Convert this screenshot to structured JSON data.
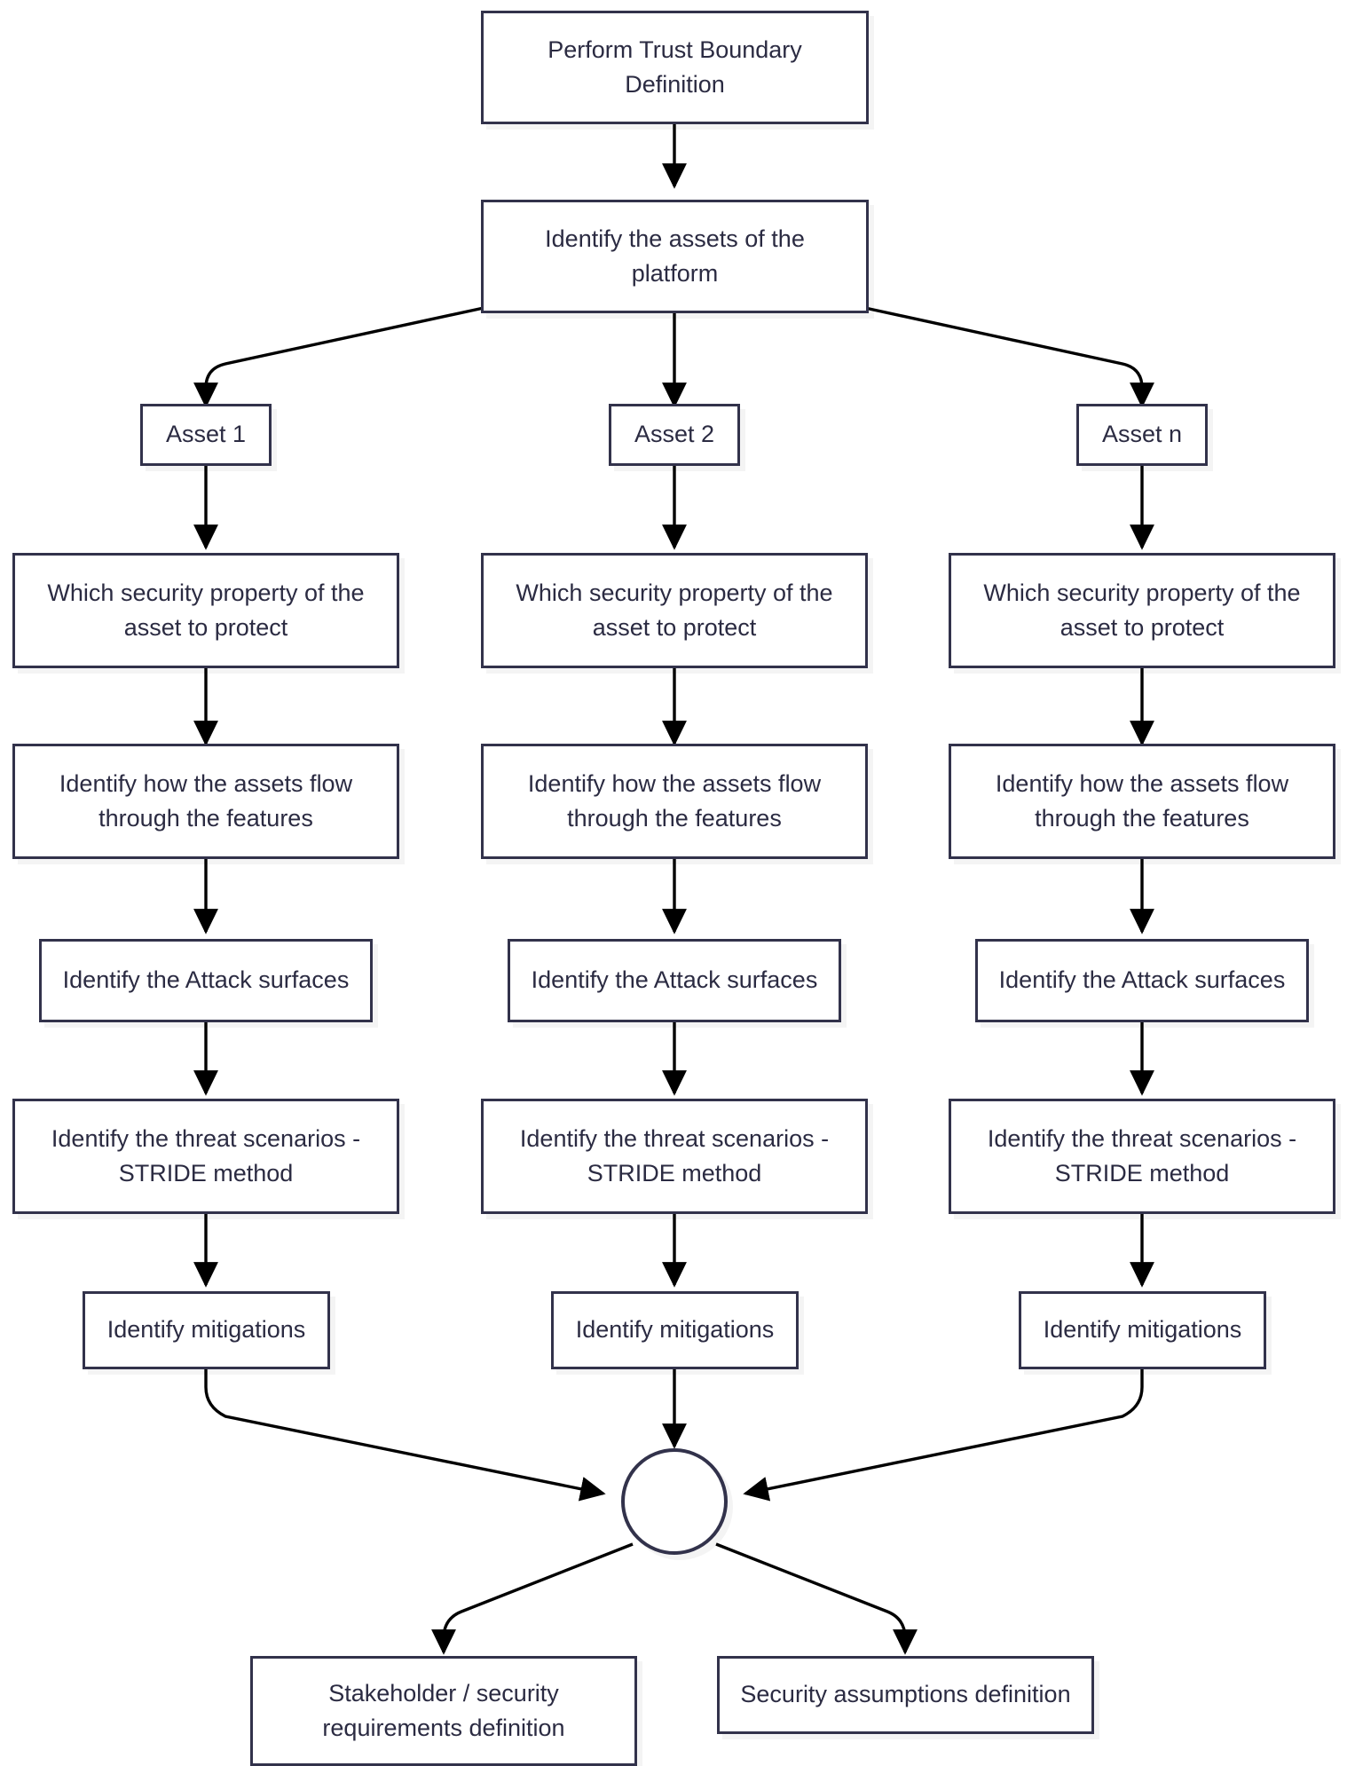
{
  "diagram": {
    "title": "Threat modeling process flowchart",
    "colors": {
      "stroke": "#32324b",
      "text": "#2b2b42",
      "fill": "#ffffff",
      "edge": "#000000",
      "shadow": "rgba(0,0,0,0.045)"
    },
    "nodes": {
      "trust_boundary": "Perform Trust Boundary\nDefinition",
      "identify_assets": "Identify the assets of the\nplatform",
      "asset_1": "Asset 1",
      "asset_2": "Asset 2",
      "asset_n": "Asset n",
      "security_property_1": "Which security property of the\nasset to protect",
      "security_property_2": "Which security property of the\nasset to protect",
      "security_property_n": "Which security property of the\nasset to protect",
      "assets_flow_1": "Identify how the assets flow\nthrough the features",
      "assets_flow_2": "Identify how the assets flow\nthrough the features",
      "assets_flow_n": "Identify how the assets flow\nthrough the features",
      "attack_surfaces_1": "Identify the Attack surfaces",
      "attack_surfaces_2": "Identify the Attack surfaces",
      "attack_surfaces_n": "Identify the Attack surfaces",
      "threat_scenarios_1": "Identify the threat scenarios -\nSTRIDE method",
      "threat_scenarios_2": "Identify the threat scenarios -\nSTRIDE method",
      "threat_scenarios_n": "Identify the threat scenarios -\nSTRIDE method",
      "mitigations_1": "Identify mitigations",
      "mitigations_2": "Identify mitigations",
      "mitigations_n": "Identify mitigations",
      "merge_junction": "",
      "stakeholder_requirements": "Stakeholder / security\nrequirements definition",
      "security_assumptions": "Security assumptions definition"
    }
  }
}
